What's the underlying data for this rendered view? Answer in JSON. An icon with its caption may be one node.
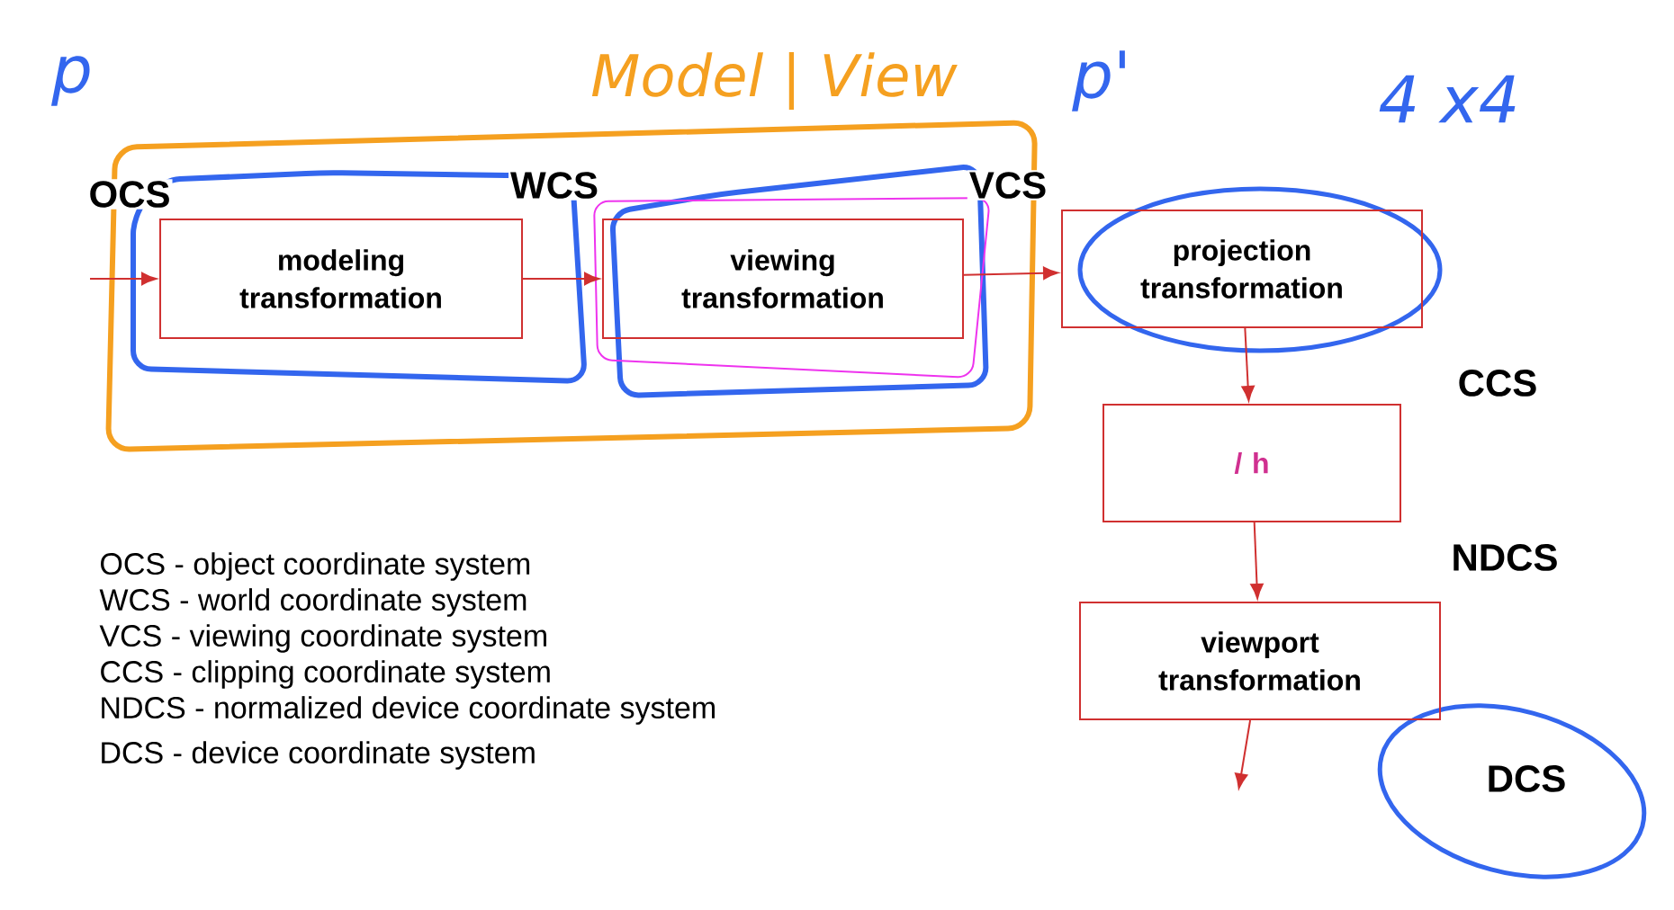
{
  "diagram": {
    "nodes": [
      {
        "text": [
          "modeling transformation"
        ]
      },
      {
        "text": [
          "viewing transformation"
        ]
      },
      {
        "text": [
          "projection transformation"
        ]
      },
      {
        "text": [
          "/ h"
        ]
      },
      {
        "text": [
          "viewport transformation"
        ]
      }
    ],
    "edges": [
      {
        "from": null,
        "to": 0,
        "arrow": "to"
      },
      {
        "from": 0,
        "to": 1,
        "arrow": "to"
      },
      {
        "from": 1,
        "to": 2,
        "arrow": "to"
      },
      {
        "from": 2,
        "to": 3,
        "arrow": "to"
      },
      {
        "from": 3,
        "to": 4,
        "arrow": "to"
      },
      {
        "from": 4,
        "to": null,
        "arrow": "to"
      }
    ],
    "labels": [
      "p",
      "Model | View",
      "p'",
      "4 x4",
      "OCS",
      "WCS",
      "VCS",
      "CCS",
      "NDCS",
      "DCS",
      "OCS - object coordinate system",
      "WCS - world coordinate system",
      "VCS - viewing coordinate system",
      "CCS - clipping coordinate system",
      "NDCS - normalized device coordinate system",
      "DCS - device coordinate system"
    ]
  }
}
